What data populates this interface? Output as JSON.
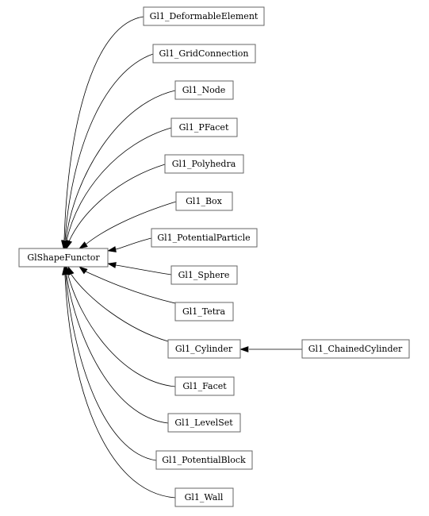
{
  "diagram": {
    "type": "inheritance-graph",
    "base_class": "GlShapeFunctor",
    "derived_classes": [
      "Gl1_DeformableElement",
      "Gl1_GridConnection",
      "Gl1_Node",
      "Gl1_PFacet",
      "Gl1_Polyhedra",
      "Gl1_Box",
      "Gl1_PotentialParticle",
      "Gl1_Sphere",
      "Gl1_Tetra",
      "Gl1_Cylinder",
      "Gl1_Facet",
      "Gl1_LevelSet",
      "Gl1_PotentialBlock",
      "Gl1_Wall"
    ],
    "second_level": {
      "parent": "Gl1_Cylinder",
      "child": "Gl1_ChainedCylinder"
    }
  }
}
